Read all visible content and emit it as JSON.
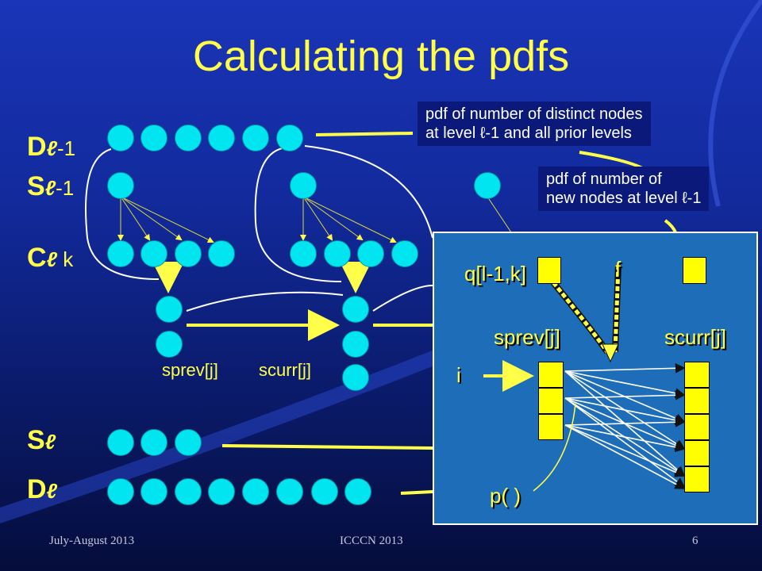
{
  "title": "Calculating the pdfs",
  "labels": {
    "d_prev": {
      "main": "D",
      "sub": "ℓ",
      "rest": "-1"
    },
    "s_prev": {
      "main": "S",
      "sub": "ℓ",
      "rest": "-1"
    },
    "c_lk": {
      "main": "C",
      "sub": "ℓ",
      "rest": " k"
    },
    "s_l": {
      "main": "S",
      "sub": "ℓ"
    },
    "d_l": {
      "main": "D",
      "sub": "ℓ"
    }
  },
  "callouts": {
    "distinct": {
      "line1": "pdf of number of distinct nodes",
      "line2": "at level ℓ-1 and all prior levels"
    },
    "new": {
      "line1": "pdf of number of",
      "line2": "new nodes at level ℓ-1"
    }
  },
  "captions": {
    "sprev": "sprev[j]",
    "scurr": "scurr[j]"
  },
  "panel": {
    "q_label": "q[l-1,k]",
    "f_label": "f",
    "sprev_label": "sprev[j]",
    "scurr_label": "scurr[j]",
    "i_label": "i",
    "p_label": "p( )"
  },
  "footer": {
    "date": "July-August 2013",
    "conference": "ICCCN 2013",
    "page": "6"
  },
  "colors": {
    "accent": "#ffff4a",
    "node": "#00e5f0",
    "panel": "#1d6db8"
  }
}
